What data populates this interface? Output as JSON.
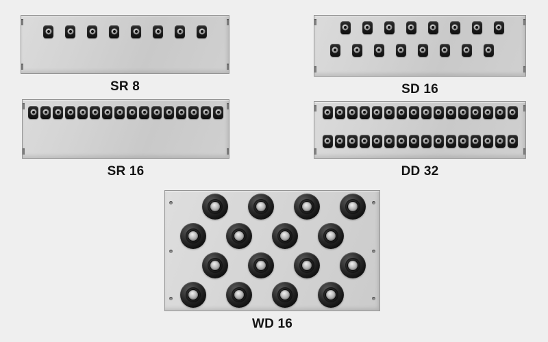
{
  "background_color": "#efefef",
  "panel_color": "#d0d0d0",
  "connector_color": "#141414",
  "panels": [
    {
      "label": "SR 8",
      "connector": "jack",
      "rows": [
        8
      ],
      "total_connectors": 8
    },
    {
      "label": "SD 16",
      "connector": "jack",
      "rows": [
        8,
        8
      ],
      "total_connectors": 16
    },
    {
      "label": "SR 16",
      "connector": "jack",
      "rows": [
        16
      ],
      "total_connectors": 16
    },
    {
      "label": "DD 32",
      "connector": "jack",
      "rows": [
        16,
        16
      ],
      "total_connectors": 32
    },
    {
      "label": "WD 16",
      "connector": "round",
      "rows": [
        4,
        4,
        4,
        4
      ],
      "total_connectors": 16
    }
  ]
}
